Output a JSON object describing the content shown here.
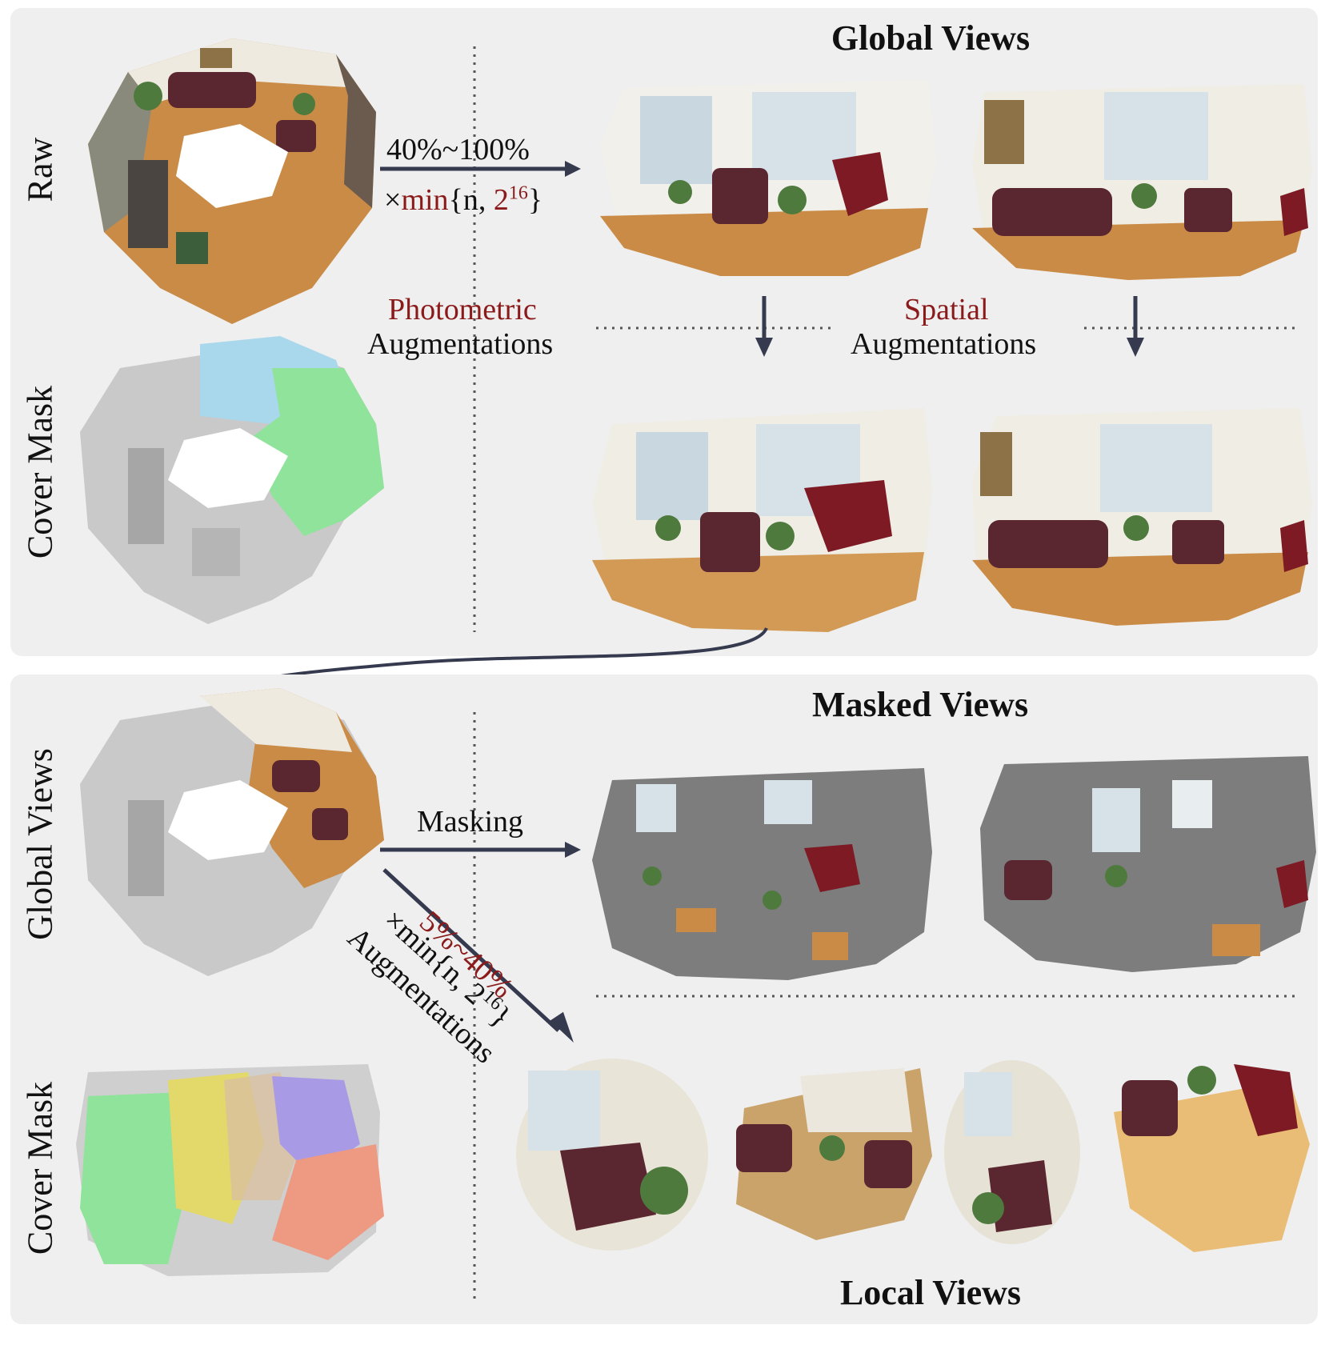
{
  "top_panel": {
    "labels": {
      "raw": "Raw",
      "cover_mask": "Cover Mask"
    },
    "title": "Global Views",
    "arrow_global": {
      "ratio": "40%~100%",
      "times": "×",
      "min": "min",
      "brace_open": "{",
      "n": "n, ",
      "base": "2",
      "exp": "16",
      "brace_close": "}"
    },
    "photometric": {
      "highlight": "Photometric",
      "rest": "Augmentations"
    },
    "spatial": {
      "highlight": "Spatial",
      "rest": "Augmentations"
    }
  },
  "bottom_panel": {
    "labels": {
      "global_views": "Global Views",
      "cover_mask": "Cover Mask"
    },
    "masked_title": "Masked Views",
    "local_title": "Local Views",
    "masking": "Masking",
    "arrow_local": {
      "ratio": "5%~40%",
      "times_min": "×min{n, 2",
      "exp": "16",
      "brace_close": "}",
      "aug": "Augmentations"
    }
  },
  "colors": {
    "panel": "#efefef",
    "arrow": "#363a4f",
    "highlight": "#8b1a1a",
    "mask_blue": "#a9d8ec",
    "mask_green": "#8fe39a",
    "mask_yellow": "#e3d86a",
    "mask_purple": "#a99ae6",
    "mask_orange": "#ee9a82",
    "masked_gray": "#7d7d7d",
    "wood": "#c98b45",
    "sofa": "#5a2630"
  }
}
